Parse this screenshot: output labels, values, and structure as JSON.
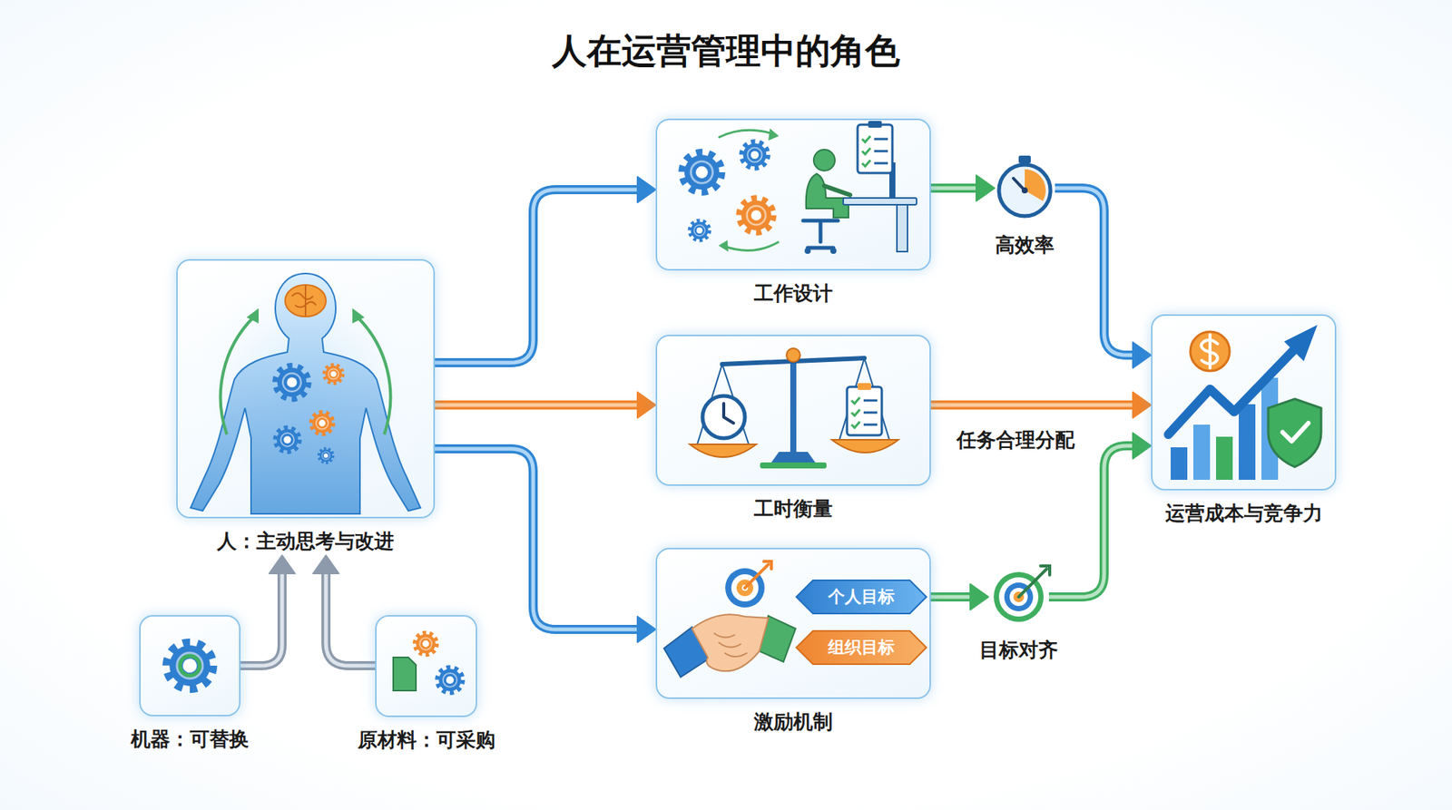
{
  "diagram": {
    "title": "人在运营管理中的角色",
    "nodes": [
      {
        "text": [
          "人：主动思考与改进"
        ]
      },
      {
        "text": [
          "机器：可替换"
        ]
      },
      {
        "text": [
          "原材料：可采购"
        ]
      },
      {
        "text": [
          "工作设计"
        ]
      },
      {
        "text": [
          "高效率"
        ]
      },
      {
        "text": [
          "工时衡量"
        ]
      },
      {
        "text": [
          "激励机制"
        ]
      },
      {
        "text": [
          "目标对齐"
        ]
      },
      {
        "text": [
          "运营成本与竞争力"
        ]
      }
    ],
    "edges": [
      {
        "from": 1,
        "to": 0,
        "arrow": "to"
      },
      {
        "from": 2,
        "to": 0,
        "arrow": "to"
      },
      {
        "from": 0,
        "to": 3,
        "arrow": "to"
      },
      {
        "from": 0,
        "to": 5,
        "arrow": "to"
      },
      {
        "from": 0,
        "to": 6,
        "arrow": "to"
      },
      {
        "from": 3,
        "to": 4,
        "arrow": "to"
      },
      {
        "from": 4,
        "to": 8,
        "arrow": "to"
      },
      {
        "from": 5,
        "to": 8,
        "label": "任务合理分配",
        "arrow": "to"
      },
      {
        "from": 6,
        "to": 7,
        "arrow": "to"
      },
      {
        "from": 7,
        "to": 8,
        "arrow": "to"
      }
    ],
    "labels": [
      "个人目标",
      "组织目标"
    ]
  }
}
